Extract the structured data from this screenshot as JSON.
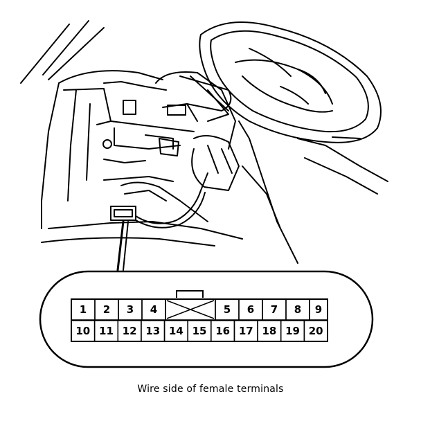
{
  "connector": {
    "top_row": [
      "1",
      "2",
      "3",
      "4",
      "",
      "5",
      "6",
      "7",
      "8",
      "9"
    ],
    "bottom_row": [
      "10",
      "11",
      "12",
      "13",
      "14",
      "15",
      "16",
      "17",
      "18",
      "19",
      "20"
    ],
    "blank_cell_note": "X"
  },
  "caption": "Wire side of female terminals"
}
